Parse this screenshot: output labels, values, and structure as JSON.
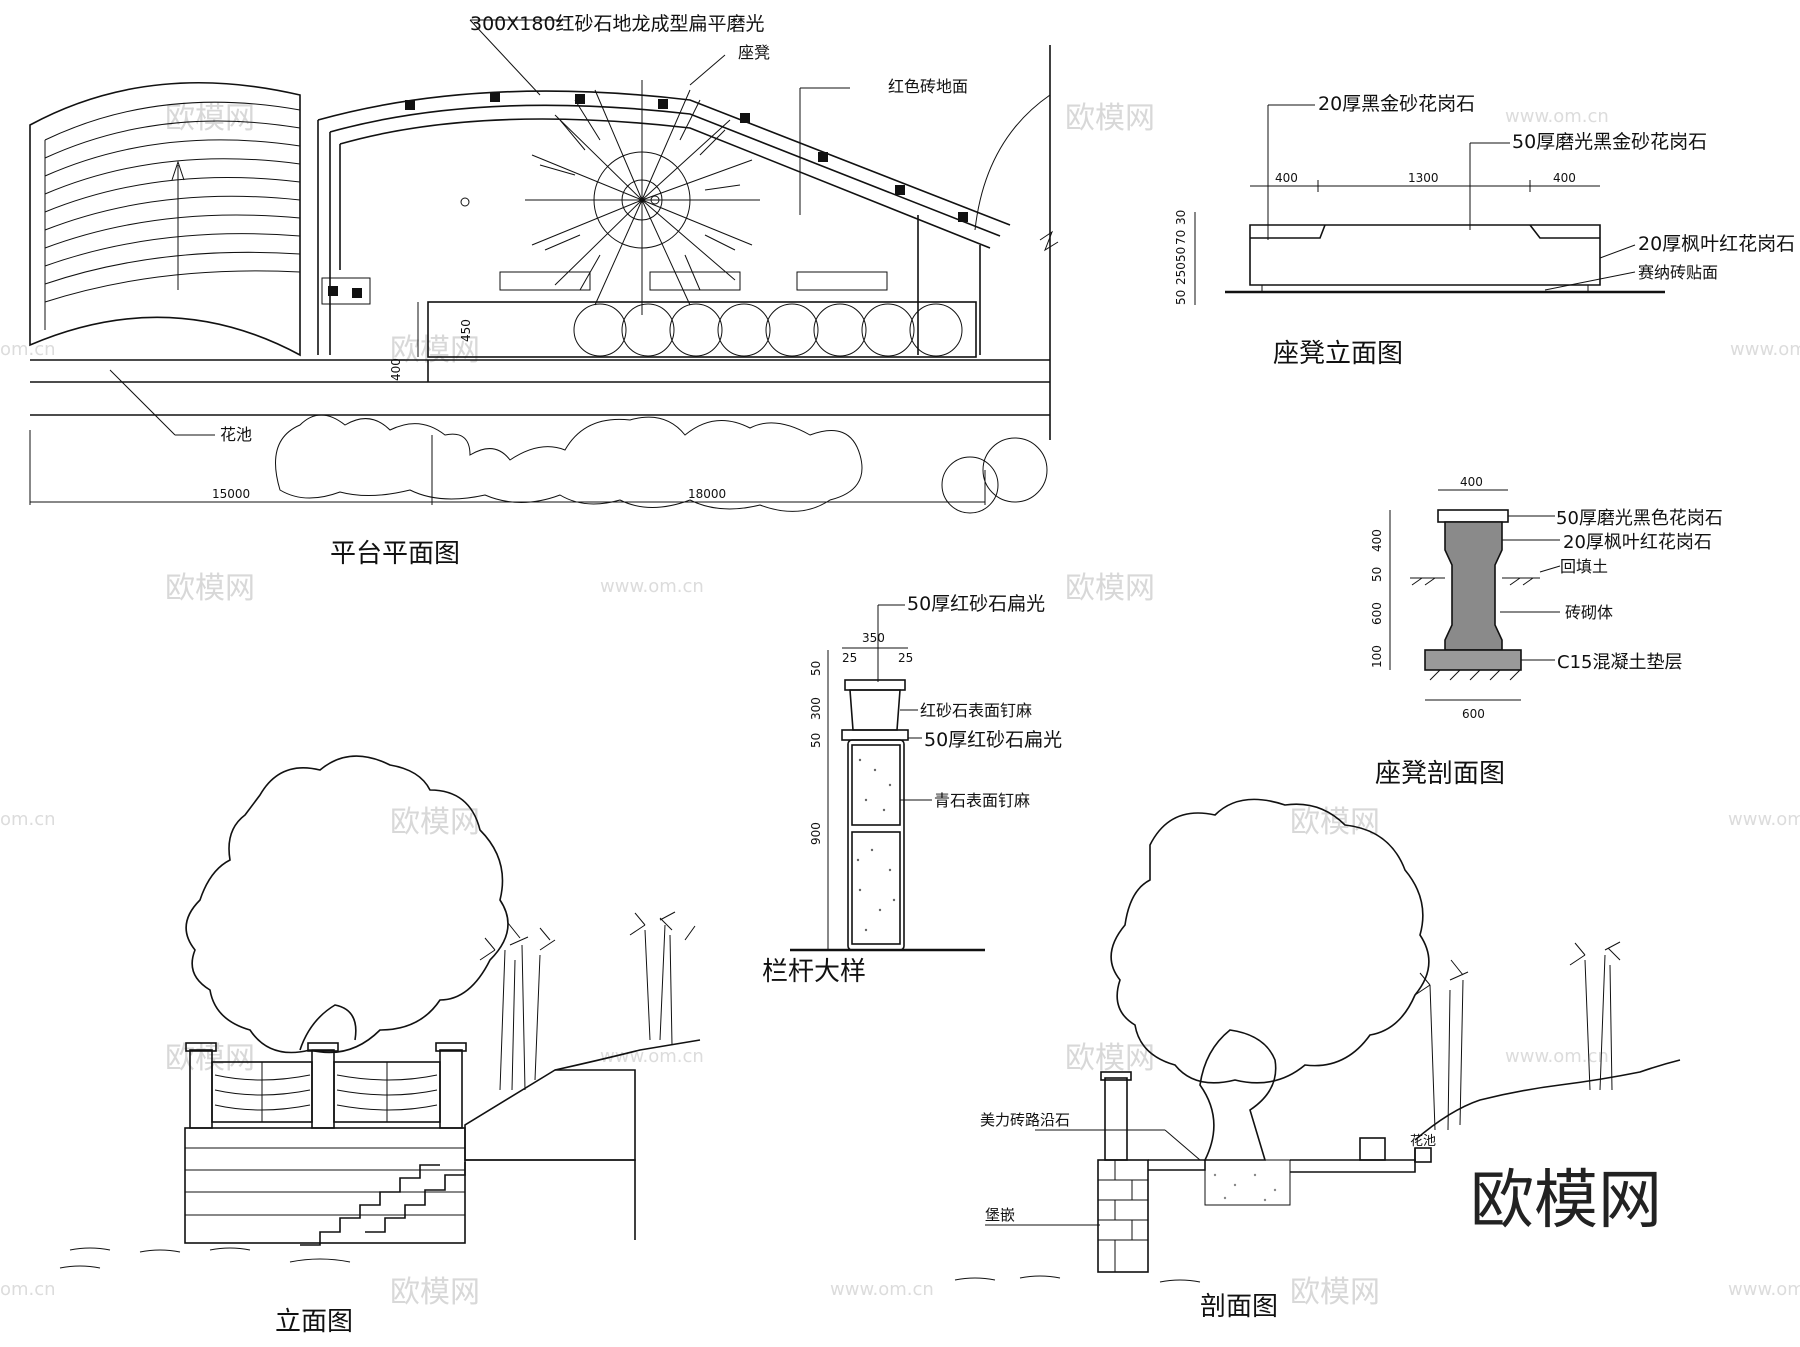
{
  "watermark": {
    "brand": "欧模网",
    "url": "www.om.cn",
    "partial": "om.cn"
  },
  "plan": {
    "title": "平台平面图",
    "callout_paving_stone": "300X180红砂石地龙成型扁平磨光",
    "callout_seat": "座凳",
    "callout_red_brick": "红色砖地面",
    "callout_flower_bed": "花池",
    "dim_total": "15000",
    "dim_right": "18000",
    "dim_450": "450",
    "dim_400": "400"
  },
  "bench_elev": {
    "title": "座凳立面图",
    "callout_top": "20厚黑金砂花岗石",
    "callout_polished": "50厚磨光黑金砂花岗石",
    "callout_maple": "20厚枫叶红花岗石",
    "callout_sana": "赛纳砖贴面",
    "dim_left": "400",
    "dim_mid": "1300",
    "dim_right": "400",
    "dim_30": "30",
    "dim_70": "70",
    "dim_50a": "50",
    "dim_250": "250",
    "dim_50b": "50"
  },
  "bench_section": {
    "title": "座凳剖面图",
    "callout_black": "50厚磨光黑色花岗石",
    "callout_maple": "20厚枫叶红花岗石",
    "callout_backfill": "回填土",
    "callout_masonry": "砖砌体",
    "callout_concrete": "C15混凝土垫层",
    "dim_top": "400",
    "dim_bottom": "600",
    "dim_400": "400",
    "dim_50": "50",
    "dim_600": "600",
    "dim_100": "100"
  },
  "railing": {
    "title": "栏杆大样",
    "callout_cap": "50厚红砂石扁光",
    "callout_surface": "红砂石表面钉麻",
    "callout_cap2": "50厚红砂石扁光",
    "callout_blue": "青石表面钉麻",
    "dim_350": "350",
    "dim_25a": "25",
    "dim_25b": "25",
    "dim_50a": "50",
    "dim_300": "300",
    "dim_50b": "50",
    "dim_900": "900"
  },
  "elevation": {
    "title": "立面图"
  },
  "section": {
    "title": "剖面图",
    "callout_curb": "美力砖路沿石",
    "callout_dike": "堡嵌",
    "callout_flower": "花池"
  }
}
